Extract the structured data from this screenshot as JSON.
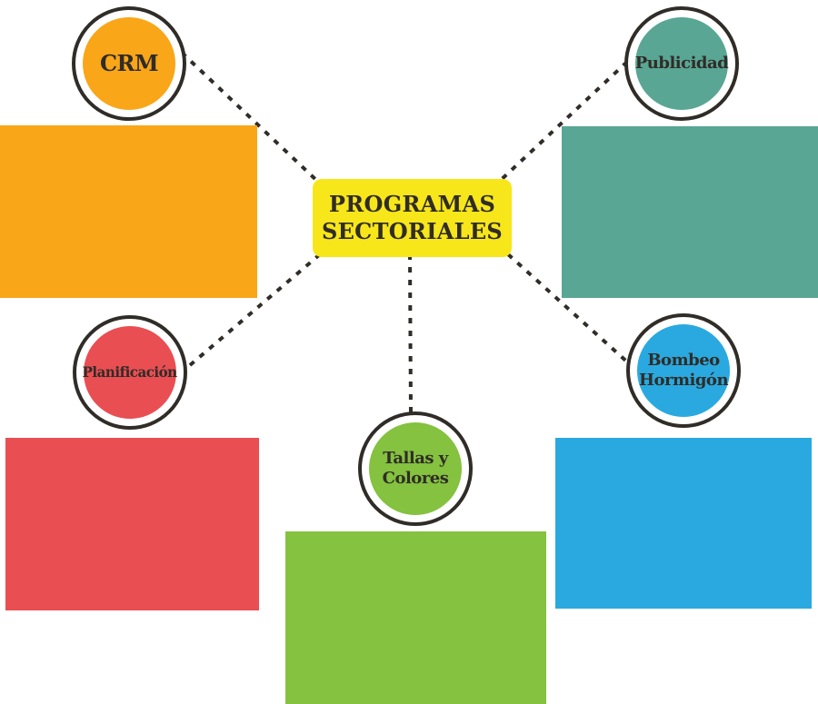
{
  "title": {
    "label": "PROGRAMAS\nSECTORIALES"
  },
  "colors": {
    "background": "#FFFFFF",
    "ink": "#302C27",
    "title_bg": "#F7E61A",
    "connector": "#302C27"
  },
  "nodes": [
    {
      "id": "crm",
      "label": "CRM",
      "color": "#FAA619"
    },
    {
      "id": "publicidad",
      "label": "Publicidad",
      "color": "#59A695"
    },
    {
      "id": "planificacion",
      "label": "Planificación",
      "color": "#E94E53"
    },
    {
      "id": "bombeo-hormigon",
      "label": "Bombeo\nHormigón",
      "color": "#29A9E0"
    },
    {
      "id": "tallas-colores",
      "label": "Tallas y\nColores",
      "color": "#84C23F"
    }
  ]
}
